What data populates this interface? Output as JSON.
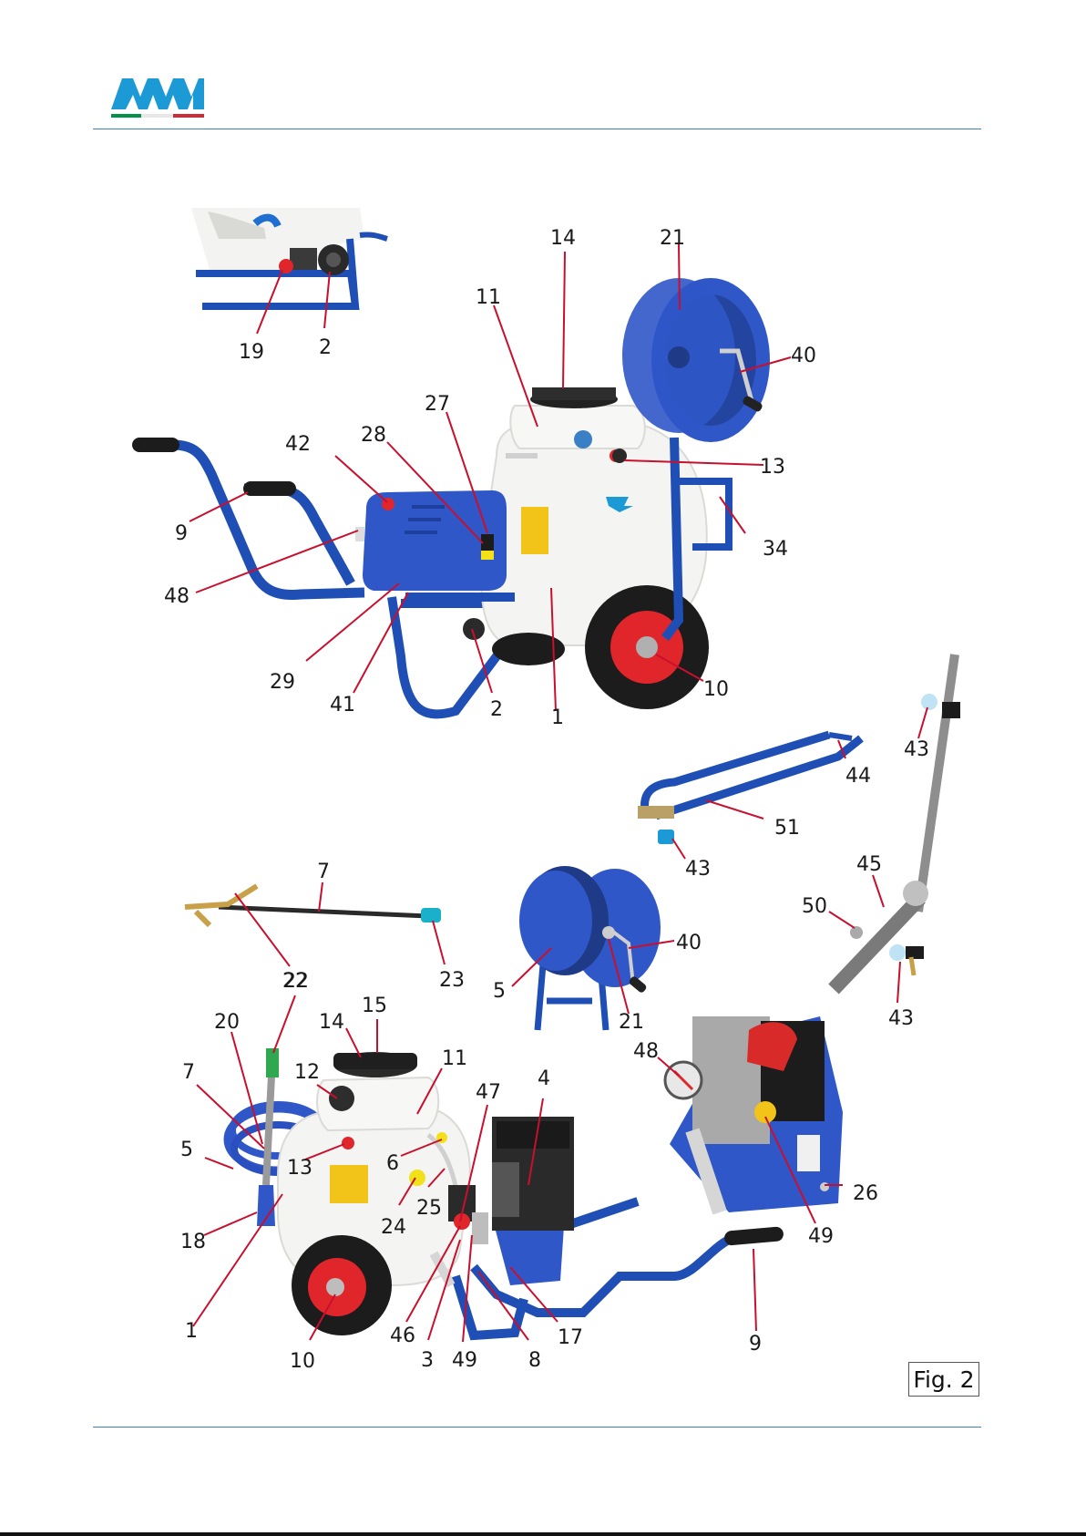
{
  "header": {
    "brand_colors": {
      "blue": "#1b9ad6",
      "green": "#009246",
      "red": "#ce2b37"
    },
    "rule_color": "#3b7fc4"
  },
  "figure": {
    "caption": "Fig. 2",
    "part_colors": {
      "frame": "#1f4fb5",
      "tank": "#f4f4f2",
      "wheel_hub": "#e0262b",
      "tyre": "#1c1c1c",
      "leader": "#c8102e"
    },
    "callouts": {
      "top_inset": [
        "19",
        "2"
      ],
      "cart_top": [
        "14",
        "21",
        "11",
        "40",
        "27",
        "28",
        "42",
        "13",
        "9",
        "34",
        "48",
        "29",
        "41",
        "2",
        "1",
        "10"
      ],
      "boom": [
        "44",
        "51",
        "43"
      ],
      "vertical_boom": [
        "43",
        "45",
        "50",
        "43"
      ],
      "lance": [
        "7",
        "22",
        "23"
      ],
      "reel": [
        "40",
        "5",
        "21"
      ],
      "cart_bottom": [
        "20",
        "22",
        "14",
        "15",
        "7",
        "12",
        "11",
        "47",
        "4",
        "5",
        "13",
        "6",
        "25",
        "24",
        "18",
        "1",
        "46",
        "3",
        "49",
        "8",
        "17",
        "9",
        "10"
      ],
      "pump": [
        "48",
        "26",
        "49"
      ]
    }
  }
}
